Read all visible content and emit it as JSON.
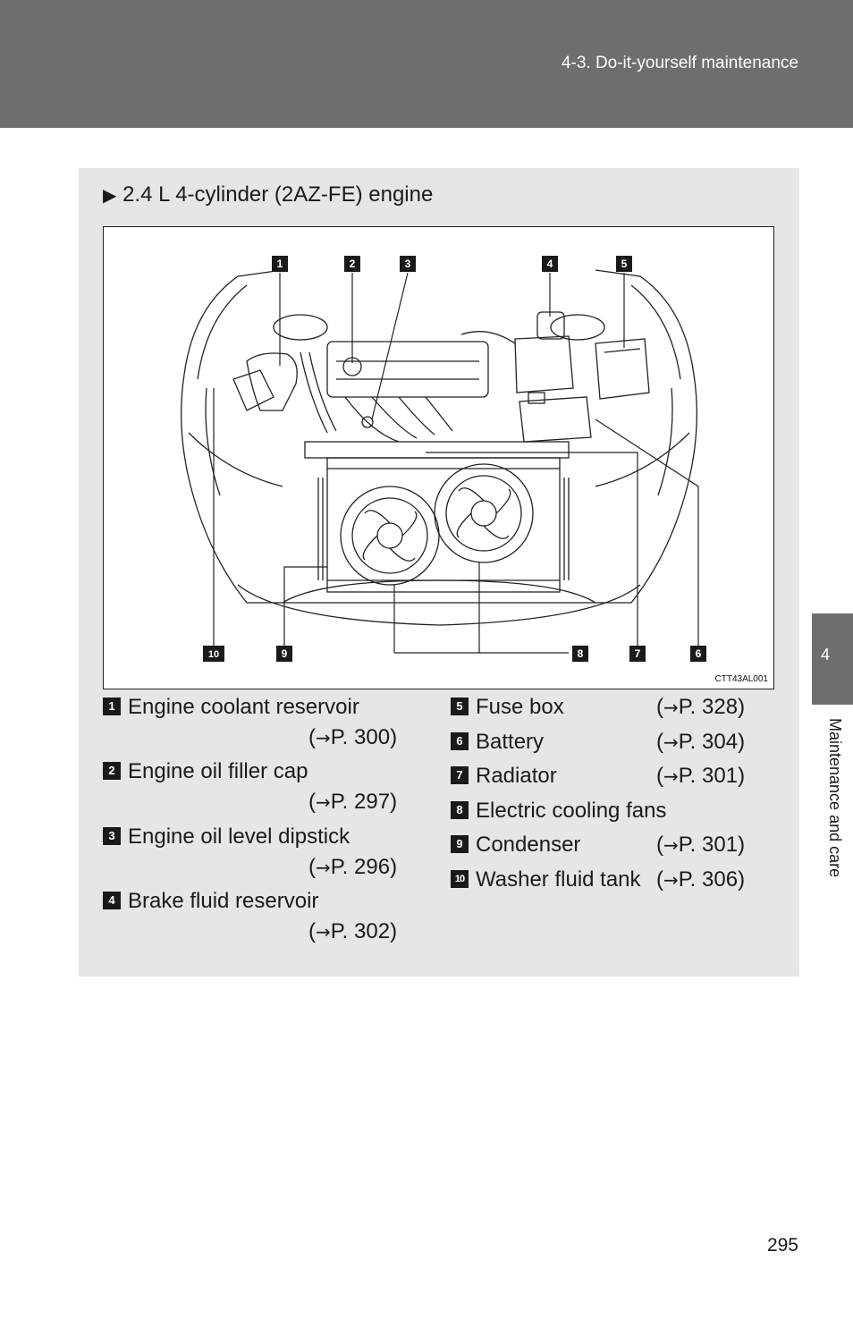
{
  "header": {
    "title": "4-3. Do-it-yourself maintenance"
  },
  "side_tab": {
    "number": "4",
    "label": "Maintenance and care"
  },
  "section": {
    "marker": "▶",
    "title": "2.4 L 4-cylinder (2AZ-FE) engine"
  },
  "figure": {
    "code": "CTT43AL001",
    "callouts": [
      "1",
      "2",
      "3",
      "4",
      "5",
      "6",
      "7",
      "8",
      "9",
      "10"
    ]
  },
  "legend": [
    {
      "num": "1",
      "label": "Engine coolant reservoir",
      "ref": "P. 300"
    },
    {
      "num": "2",
      "label": "Engine oil filler cap",
      "ref": "P. 297"
    },
    {
      "num": "3",
      "label": "Engine oil level dipstick",
      "ref": "P. 296"
    },
    {
      "num": "4",
      "label": "Brake fluid reservoir",
      "ref": "P. 302"
    },
    {
      "num": "5",
      "label": "Fuse box",
      "ref": "P. 328"
    },
    {
      "num": "6",
      "label": "Battery",
      "ref": "P. 304"
    },
    {
      "num": "7",
      "label": "Radiator",
      "ref": "P. 301"
    },
    {
      "num": "8",
      "label": "Electric cooling fans"
    },
    {
      "num": "9",
      "label": "Condenser",
      "ref": "P. 301"
    },
    {
      "num": "10",
      "label": "Washer fluid tank",
      "ref": "P. 306"
    }
  ],
  "ref_open": "(",
  "ref_arrow": "→",
  "ref_close": ")",
  "page_number": "295"
}
